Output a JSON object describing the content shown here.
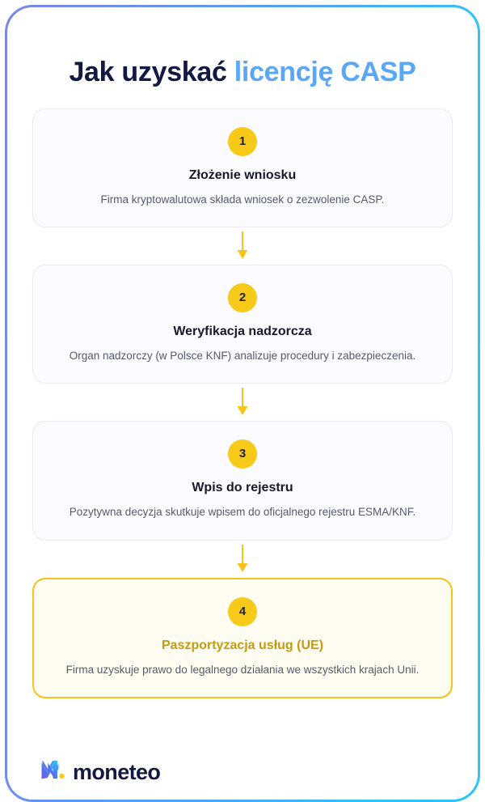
{
  "header": {
    "title_plain": "Jak uzyskać ",
    "title_accent": "licencję CASP"
  },
  "colors": {
    "accent_blue": "#5aa8f5",
    "title_dark": "#121a43",
    "badge_yellow": "#f7c919",
    "highlight_border": "#f5c21b",
    "highlight_title": "#c49a11",
    "arrow_yellow": "#f7c51a",
    "frame_gradient_start": "#7b87e8",
    "frame_gradient_end": "#27c6fd"
  },
  "steps": [
    {
      "number": "1",
      "title": "Złożenie wniosku",
      "description": "Firma kryptowalutowa składa wniosek o zezwolenie CASP."
    },
    {
      "number": "2",
      "title": "Weryfikacja nadzorcza",
      "description": "Organ nadzorczy (w Polsce KNF) analizuje procedury i zabezpieczenia."
    },
    {
      "number": "3",
      "title": "Wpis do rejestru",
      "description": "Pozytywna decyzja skutkuje wpisem do oficjalnego rejestru ESMA/KNF."
    },
    {
      "number": "4",
      "title": "Paszportyzacja usług (UE)",
      "description": "Firma uzyskuje prawo do legalnego działania we wszystkich krajach Unii."
    }
  ],
  "footer": {
    "brand": "moneteo",
    "logo_icon": "moneteo-zigzag-mark"
  },
  "icons": {
    "arrow_down": "arrow-down-icon"
  }
}
